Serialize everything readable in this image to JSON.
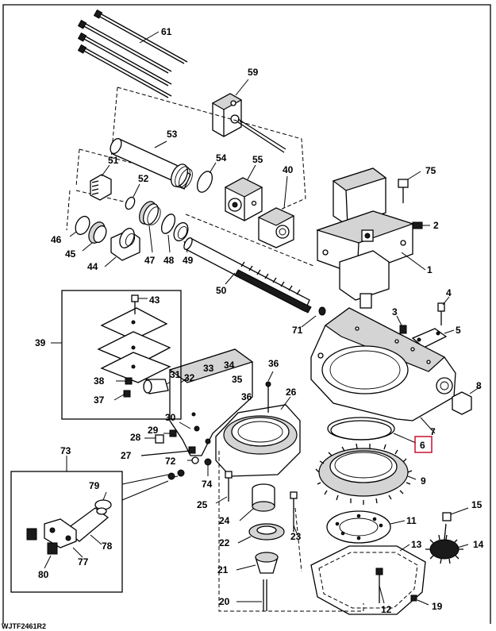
{
  "figure_id": "WJTF2461R2",
  "highlighted_callout": "6",
  "callouts": [
    "1",
    "2",
    "3",
    "4",
    "5",
    "6",
    "7",
    "8",
    "9",
    "11",
    "12",
    "13",
    "14",
    "15",
    "19",
    "20",
    "21",
    "22",
    "23",
    "24",
    "25",
    "26",
    "27",
    "28",
    "29",
    "30",
    "31",
    "32",
    "33",
    "34",
    "35",
    "36a",
    "36b",
    "37",
    "38",
    "39",
    "40",
    "43",
    "44",
    "45",
    "46",
    "47",
    "48",
    "49",
    "50",
    "51",
    "52",
    "53",
    "54",
    "55",
    "59",
    "61",
    "71",
    "72",
    "73",
    "74",
    "75",
    "77",
    "78",
    "79",
    "80"
  ],
  "labels": {
    "c1": "1",
    "c2": "2",
    "c3": "3",
    "c4": "4",
    "c5": "5",
    "c6": "6",
    "c7": "7",
    "c8": "8",
    "c9": "9",
    "c11": "11",
    "c12": "12",
    "c13": "13",
    "c14": "14",
    "c15": "15",
    "c19": "19",
    "c20": "20",
    "c21": "21",
    "c22": "22",
    "c23": "23",
    "c24": "24",
    "c25": "25",
    "c26": "26",
    "c27": "27",
    "c28": "28",
    "c29": "29",
    "c30": "30",
    "c31": "31",
    "c32": "32",
    "c33": "33",
    "c34": "34",
    "c35": "35",
    "c36a": "36",
    "c36b": "36",
    "c37": "37",
    "c38": "38",
    "c39": "39",
    "c40": "40",
    "c43": "43",
    "c44": "44",
    "c45": "45",
    "c46": "46",
    "c47": "47",
    "c48": "48",
    "c49": "49",
    "c50": "50",
    "c51": "51",
    "c52": "52",
    "c53": "53",
    "c54": "54",
    "c55": "55",
    "c59": "59",
    "c61": "61",
    "c71": "71",
    "c72": "72",
    "c73": "73",
    "c74": "74",
    "c75": "75",
    "c77": "77",
    "c78": "78",
    "c79": "79",
    "c80": "80"
  }
}
